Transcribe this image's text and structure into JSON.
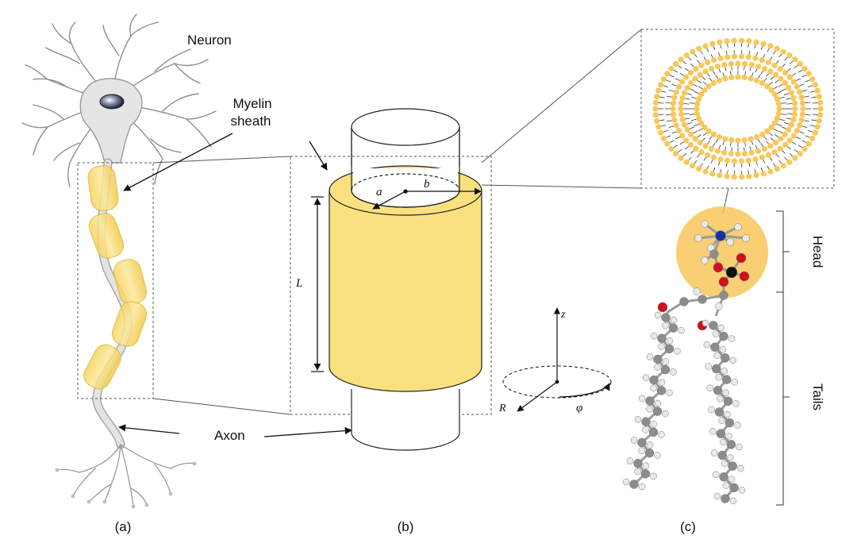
{
  "labels": {
    "neuron": "Neuron",
    "myelin_line1": "Myelin",
    "myelin_line2": "sheath",
    "axon": "Axon",
    "head": "Head",
    "tails": "Tails",
    "panel_a": "(a)",
    "panel_b": "(b)",
    "panel_c": "(c)"
  },
  "symbols": {
    "inner_radius": "a",
    "outer_radius": "b",
    "length": "L",
    "axis_z": "z",
    "axis_R": "R",
    "axis_phi": "φ"
  },
  "colors": {
    "myelin": "#fbe07f",
    "myelin_stroke": "#d9b84a",
    "lipid_head": "#f8c75a",
    "neuron_body": "#e5e5e5",
    "neuron_stroke": "#9a9a9a",
    "nitrogen": "#1a2fa0",
    "oxygen": "#d0101a",
    "phosphorus": "#111111",
    "carbon": "#8c8c8c",
    "hydrogen": "#e9e9e9"
  },
  "panels": [
    {
      "id": "a",
      "content": "neuron with myelinated axon"
    },
    {
      "id": "b",
      "content": "cylindrical myelin sheath model"
    },
    {
      "id": "c",
      "content": "lipid bilayer and phospholipid molecule"
    }
  ]
}
